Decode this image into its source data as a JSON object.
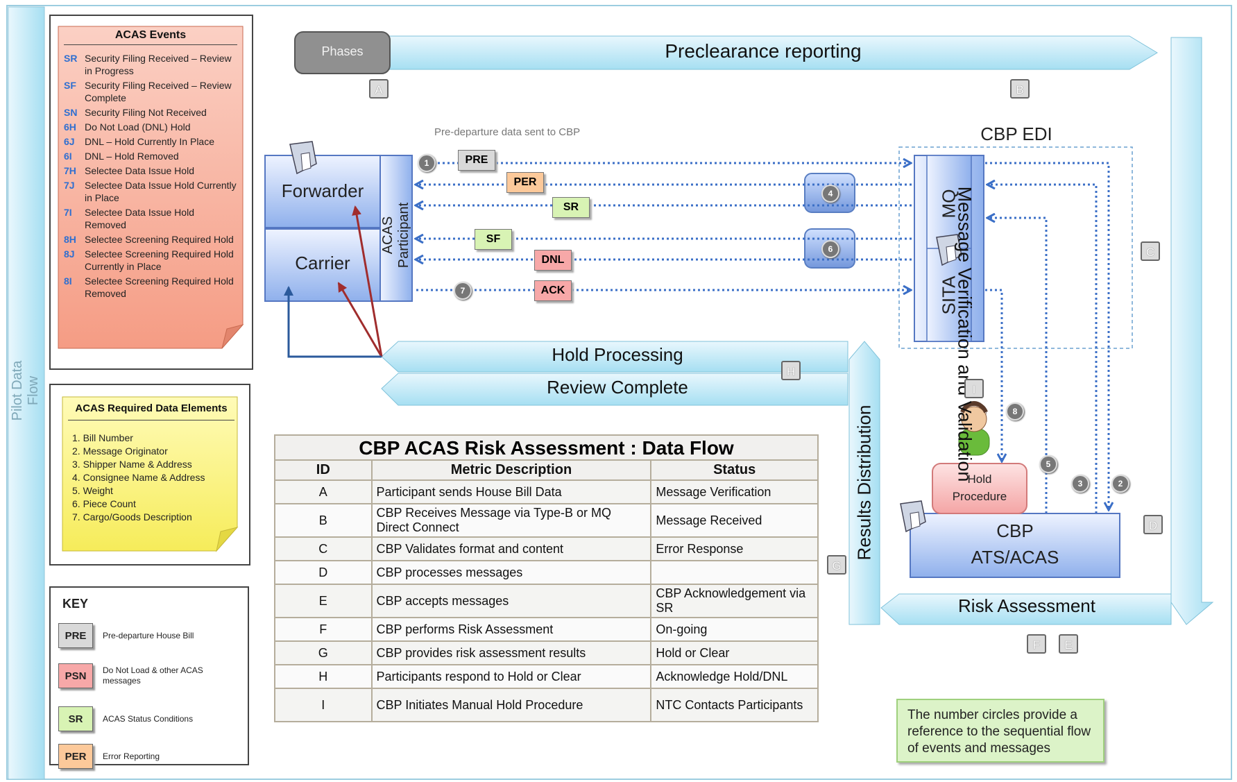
{
  "page_label": "Pilot Data Flow",
  "acas_events": {
    "title": "ACAS Events",
    "items": [
      {
        "code": "SR",
        "desc": "Security Filing Received – Review in Progress"
      },
      {
        "code": "SF",
        "desc": "Security Filing Received – Review Complete"
      },
      {
        "code": "SN",
        "desc": "Security Filing Not Received"
      },
      {
        "code": "6H",
        "desc": "Do Not Load (DNL) Hold"
      },
      {
        "code": "6J",
        "desc": "DNL – Hold Currently In Place"
      },
      {
        "code": "6I",
        "desc": "DNL – Hold Removed"
      },
      {
        "code": "7H",
        "desc": "Selectee Data Issue Hold"
      },
      {
        "code": "7J",
        "desc": "Selectee Data Issue Hold Currently in Place"
      },
      {
        "code": "7I",
        "desc": "Selectee Data Issue Hold Removed"
      },
      {
        "code": "8H",
        "desc": "Selectee Screening Required Hold"
      },
      {
        "code": "8J",
        "desc": "Selectee Screening Required Hold Currently in Place"
      },
      {
        "code": "8I",
        "desc": "Selectee Screening Required Hold Removed"
      }
    ]
  },
  "required_elements": {
    "title": "ACAS Required  Data Elements",
    "items": [
      "1.  Bill Number",
      "2.  Message Originator",
      "3.  Shipper Name & Address",
      "4.  Consignee Name & Address",
      "5.  Weight",
      "6.  Piece Count",
      "7.  Cargo/Goods Description"
    ]
  },
  "key": {
    "title": "KEY",
    "items": [
      {
        "badge": "PRE",
        "label": "Pre-departure House Bill",
        "color": "#d9d9d9"
      },
      {
        "badge": "PSN",
        "label": "Do Not Load  & other ACAS messages",
        "color": "#f7a8a8"
      },
      {
        "badge": "SR",
        "label": "ACAS Status Conditions",
        "color": "#d8f3b4"
      },
      {
        "badge": "PER",
        "label": "Error Reporting",
        "color": "#fcc99a"
      }
    ]
  },
  "phases_label": "Phases",
  "bands": {
    "preclearance": "Preclearance reporting",
    "message_verification": "Message Verification and Validation",
    "hold_processing": "Hold Processing",
    "review_complete": "Review Complete",
    "results_distribution": "Results Distribution",
    "risk_assessment": "Risk Assessment"
  },
  "nodes": {
    "forwarder": "Forwarder",
    "carrier": "Carrier",
    "acas_participant": "ACAS Participant",
    "cbp_edi": "CBP EDI",
    "mq": "MQ",
    "sita": "SITA",
    "hold_procedure": "Hold Procedure",
    "cbp_ats_l1": "CBP",
    "cbp_ats_l2": "ATS/ACAS"
  },
  "predeparture_note": "Pre-departure data sent to CBP",
  "messages": {
    "pre": "PRE",
    "per": "PER",
    "sr": "SR",
    "sf": "SF",
    "dnl": "DNL",
    "ack": "ACK"
  },
  "letters": {
    "a": "A",
    "b": "B",
    "c": "C",
    "d": "D",
    "e": "E",
    "f": "F",
    "g": "G",
    "h": "H",
    "i": "I"
  },
  "numbers": {
    "n1": "1",
    "n2": "2",
    "n3": "3",
    "n4": "4",
    "n5": "5",
    "n6": "6",
    "n7": "7",
    "n8": "8"
  },
  "table": {
    "title": "CBP ACAS Risk Assessment : Data Flow",
    "headers": {
      "id": "ID",
      "desc": "Metric  Description",
      "status": "Status"
    },
    "rows": [
      {
        "id": "A",
        "desc": "Participant sends House Bill Data",
        "status": "Message Verification"
      },
      {
        "id": "B",
        "desc": "CBP Receives Message via Type-B or MQ Direct Connect",
        "status": "Message Received"
      },
      {
        "id": "C",
        "desc": "CBP Validates format and content",
        "status": "Error Response"
      },
      {
        "id": "D",
        "desc": "CBP processes messages",
        "status": ""
      },
      {
        "id": "E",
        "desc": "CBP accepts messages",
        "status": "CBP Acknowledgement via SR"
      },
      {
        "id": "F",
        "desc": "CBP performs Risk Assessment",
        "status": "On-going"
      },
      {
        "id": "G",
        "desc": "CBP provides risk assessment results",
        "status": "Hold or Clear"
      },
      {
        "id": "H",
        "desc": "Participants respond to Hold or Clear",
        "status": "Acknowledge Hold/DNL"
      },
      {
        "id": "I",
        "desc": "CBP Initiates Manual Hold Procedure",
        "status": "NTC Contacts Participants"
      }
    ]
  },
  "footnote": "The number circles provide a reference to the sequential flow of events and messages"
}
